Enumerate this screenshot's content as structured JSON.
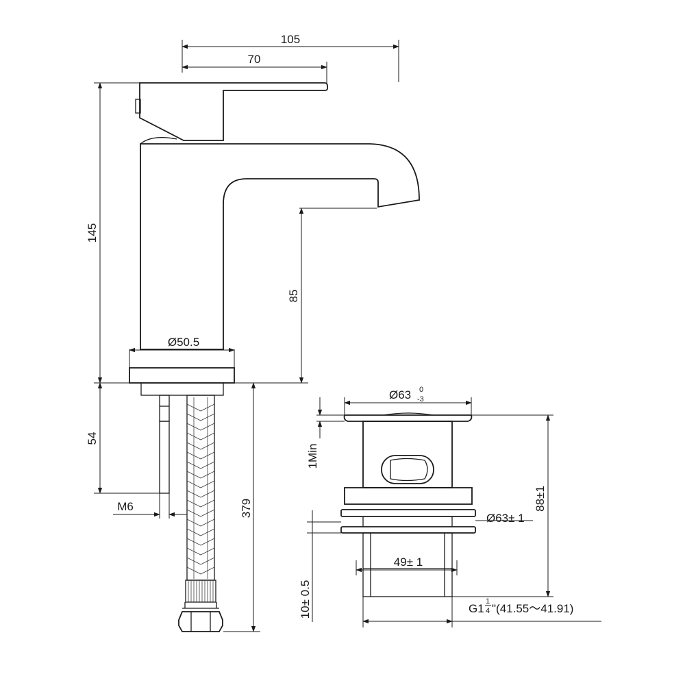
{
  "dimensions": {
    "overall_length": "105",
    "handle_length": "70",
    "total_height": "145",
    "spout_height": "85",
    "base_diameter": "Ø50.5",
    "shank_length": "54",
    "thread_size": "M6",
    "hose_length": "379",
    "waste_diameter_prefix": "Ø63",
    "waste_diameter_tol_upper": "0",
    "waste_diameter_tol_lower": "-3",
    "flange_thickness": "1Min",
    "waste_height": "88±1",
    "washer_diameter": "Ø63± 1",
    "body_diameter": "49± 1",
    "thread_length": "10± 0.5",
    "thread_spec_prefix": "G1",
    "thread_spec_num": "1",
    "thread_spec_den": "4",
    "thread_spec_suffix": "\"(41.55～41.91)"
  },
  "colors": {
    "line": "#1a1a1a",
    "background": "#ffffff"
  }
}
